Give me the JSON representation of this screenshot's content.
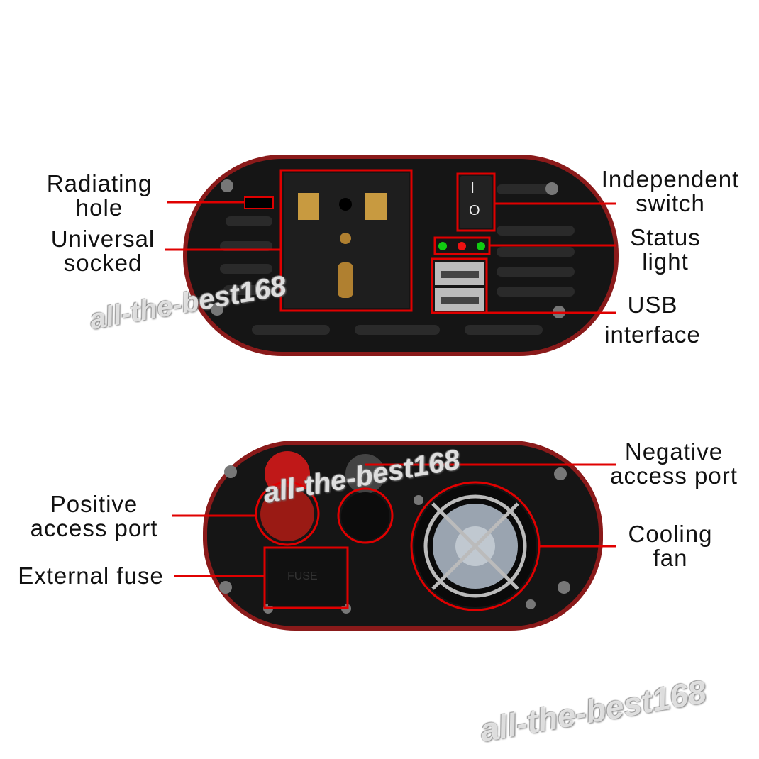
{
  "labels": {
    "radiating_hole": [
      "Radiating",
      "hole"
    ],
    "universal_socket": [
      "Universal",
      "socked"
    ],
    "independent_switch": [
      "Independent",
      "switch"
    ],
    "status_light": [
      "Status",
      "light"
    ],
    "usb_interface": [
      "USB",
      "interface"
    ],
    "negative_port": [
      "Negative",
      "access  port"
    ],
    "positive_port": [
      "Positive",
      "access  port"
    ],
    "cooling_fan": [
      "Cooling",
      "fan"
    ],
    "external_fuse": "External  fuse"
  },
  "watermark": "all-the-best168",
  "switch_marks": [
    "I",
    "O"
  ],
  "fuse_text": "FUSE",
  "colors": {
    "annotation": "#e00000",
    "body": "#141414",
    "rim": "#b01818"
  }
}
